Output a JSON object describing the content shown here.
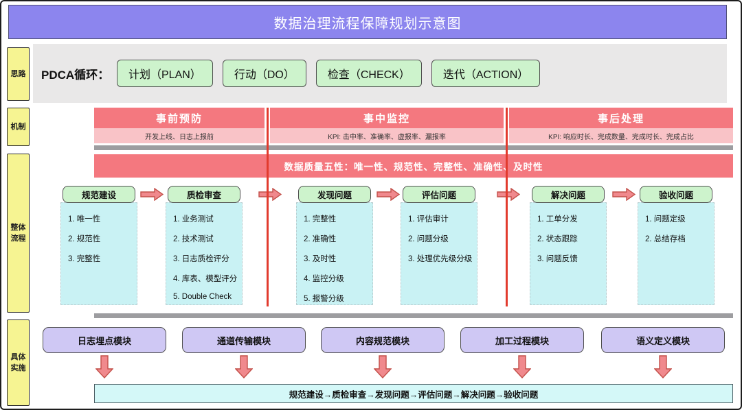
{
  "title": "数据治理流程保障规划示意图",
  "colors": {
    "title_bar": "#8c85ee",
    "sidebar_label": "#f6f492",
    "row_background": "#e9e8e8",
    "phase_header": "#f4787f",
    "phase_subtitle": "#f9c3c7",
    "banner": "#f4787f",
    "green_box": "#cdf3cc",
    "cyan_panel": "#c9f2f4",
    "purple_module": "#cfc8f4",
    "bottom_bar": "#d4f8f8",
    "arrow_fill": "#f0898d",
    "arrow_border": "#c3504a",
    "divider_line": "#e23b2e",
    "gray_divider": "#9d9da0"
  },
  "sidebar": {
    "items": [
      {
        "label": "思路"
      },
      {
        "label": "机制"
      },
      {
        "label": "整体\n流程"
      },
      {
        "label": "具体\n实施"
      }
    ]
  },
  "pdca": {
    "label": "PDCA循环：",
    "steps": [
      "计划（PLAN）",
      "行动（DO）",
      "检查（CHECK）",
      "迭代（ACTION）"
    ]
  },
  "phases": [
    {
      "title": "事前预防",
      "subtitle": "开发上线、日志上报前"
    },
    {
      "title": "事中监控",
      "subtitle": "KPI: 击中率、准确率、虚报率、漏报率"
    },
    {
      "title": "事后处理",
      "subtitle": "KPI: 响应时长、完成数量、完成时长、完成占比"
    }
  ],
  "banner": {
    "text": "数据质量五性：唯一性、规范性、完整性、准确性、及时性"
  },
  "process": {
    "columns": [
      {
        "title": "规范建设",
        "items": [
          "1. 唯一性",
          "2. 规范性",
          "3. 完整性"
        ]
      },
      {
        "title": "质检审查",
        "items": [
          "1. 业务测试",
          "2. 技术测试",
          "3. 日志质检评分",
          "4. 库表、模型评分",
          "5. Double Check"
        ]
      },
      {
        "title": "发现问题",
        "items": [
          "1. 完整性",
          "2. 准确性",
          "3. 及时性",
          "4. 监控分级",
          "5. 报警分级"
        ]
      },
      {
        "title": "评估问题",
        "items": [
          "1. 评估审计",
          "2. 问题分级",
          "3. 处理优先级分级"
        ]
      },
      {
        "title": "解决问题",
        "items": [
          "1. 工单分发",
          "2. 状态跟踪",
          "3. 问题反馈"
        ]
      },
      {
        "title": "验收问题",
        "items": [
          "1. 问题定级",
          "2. 总结存档"
        ]
      }
    ]
  },
  "modules": [
    "日志埋点模块",
    "通道传输模块",
    "内容规范模块",
    "加工过程模块",
    "语义定义模块"
  ],
  "bottom_flow": {
    "text": "规范建设→质检审查→发现问题→评估问题→解决问题→验收问题"
  }
}
